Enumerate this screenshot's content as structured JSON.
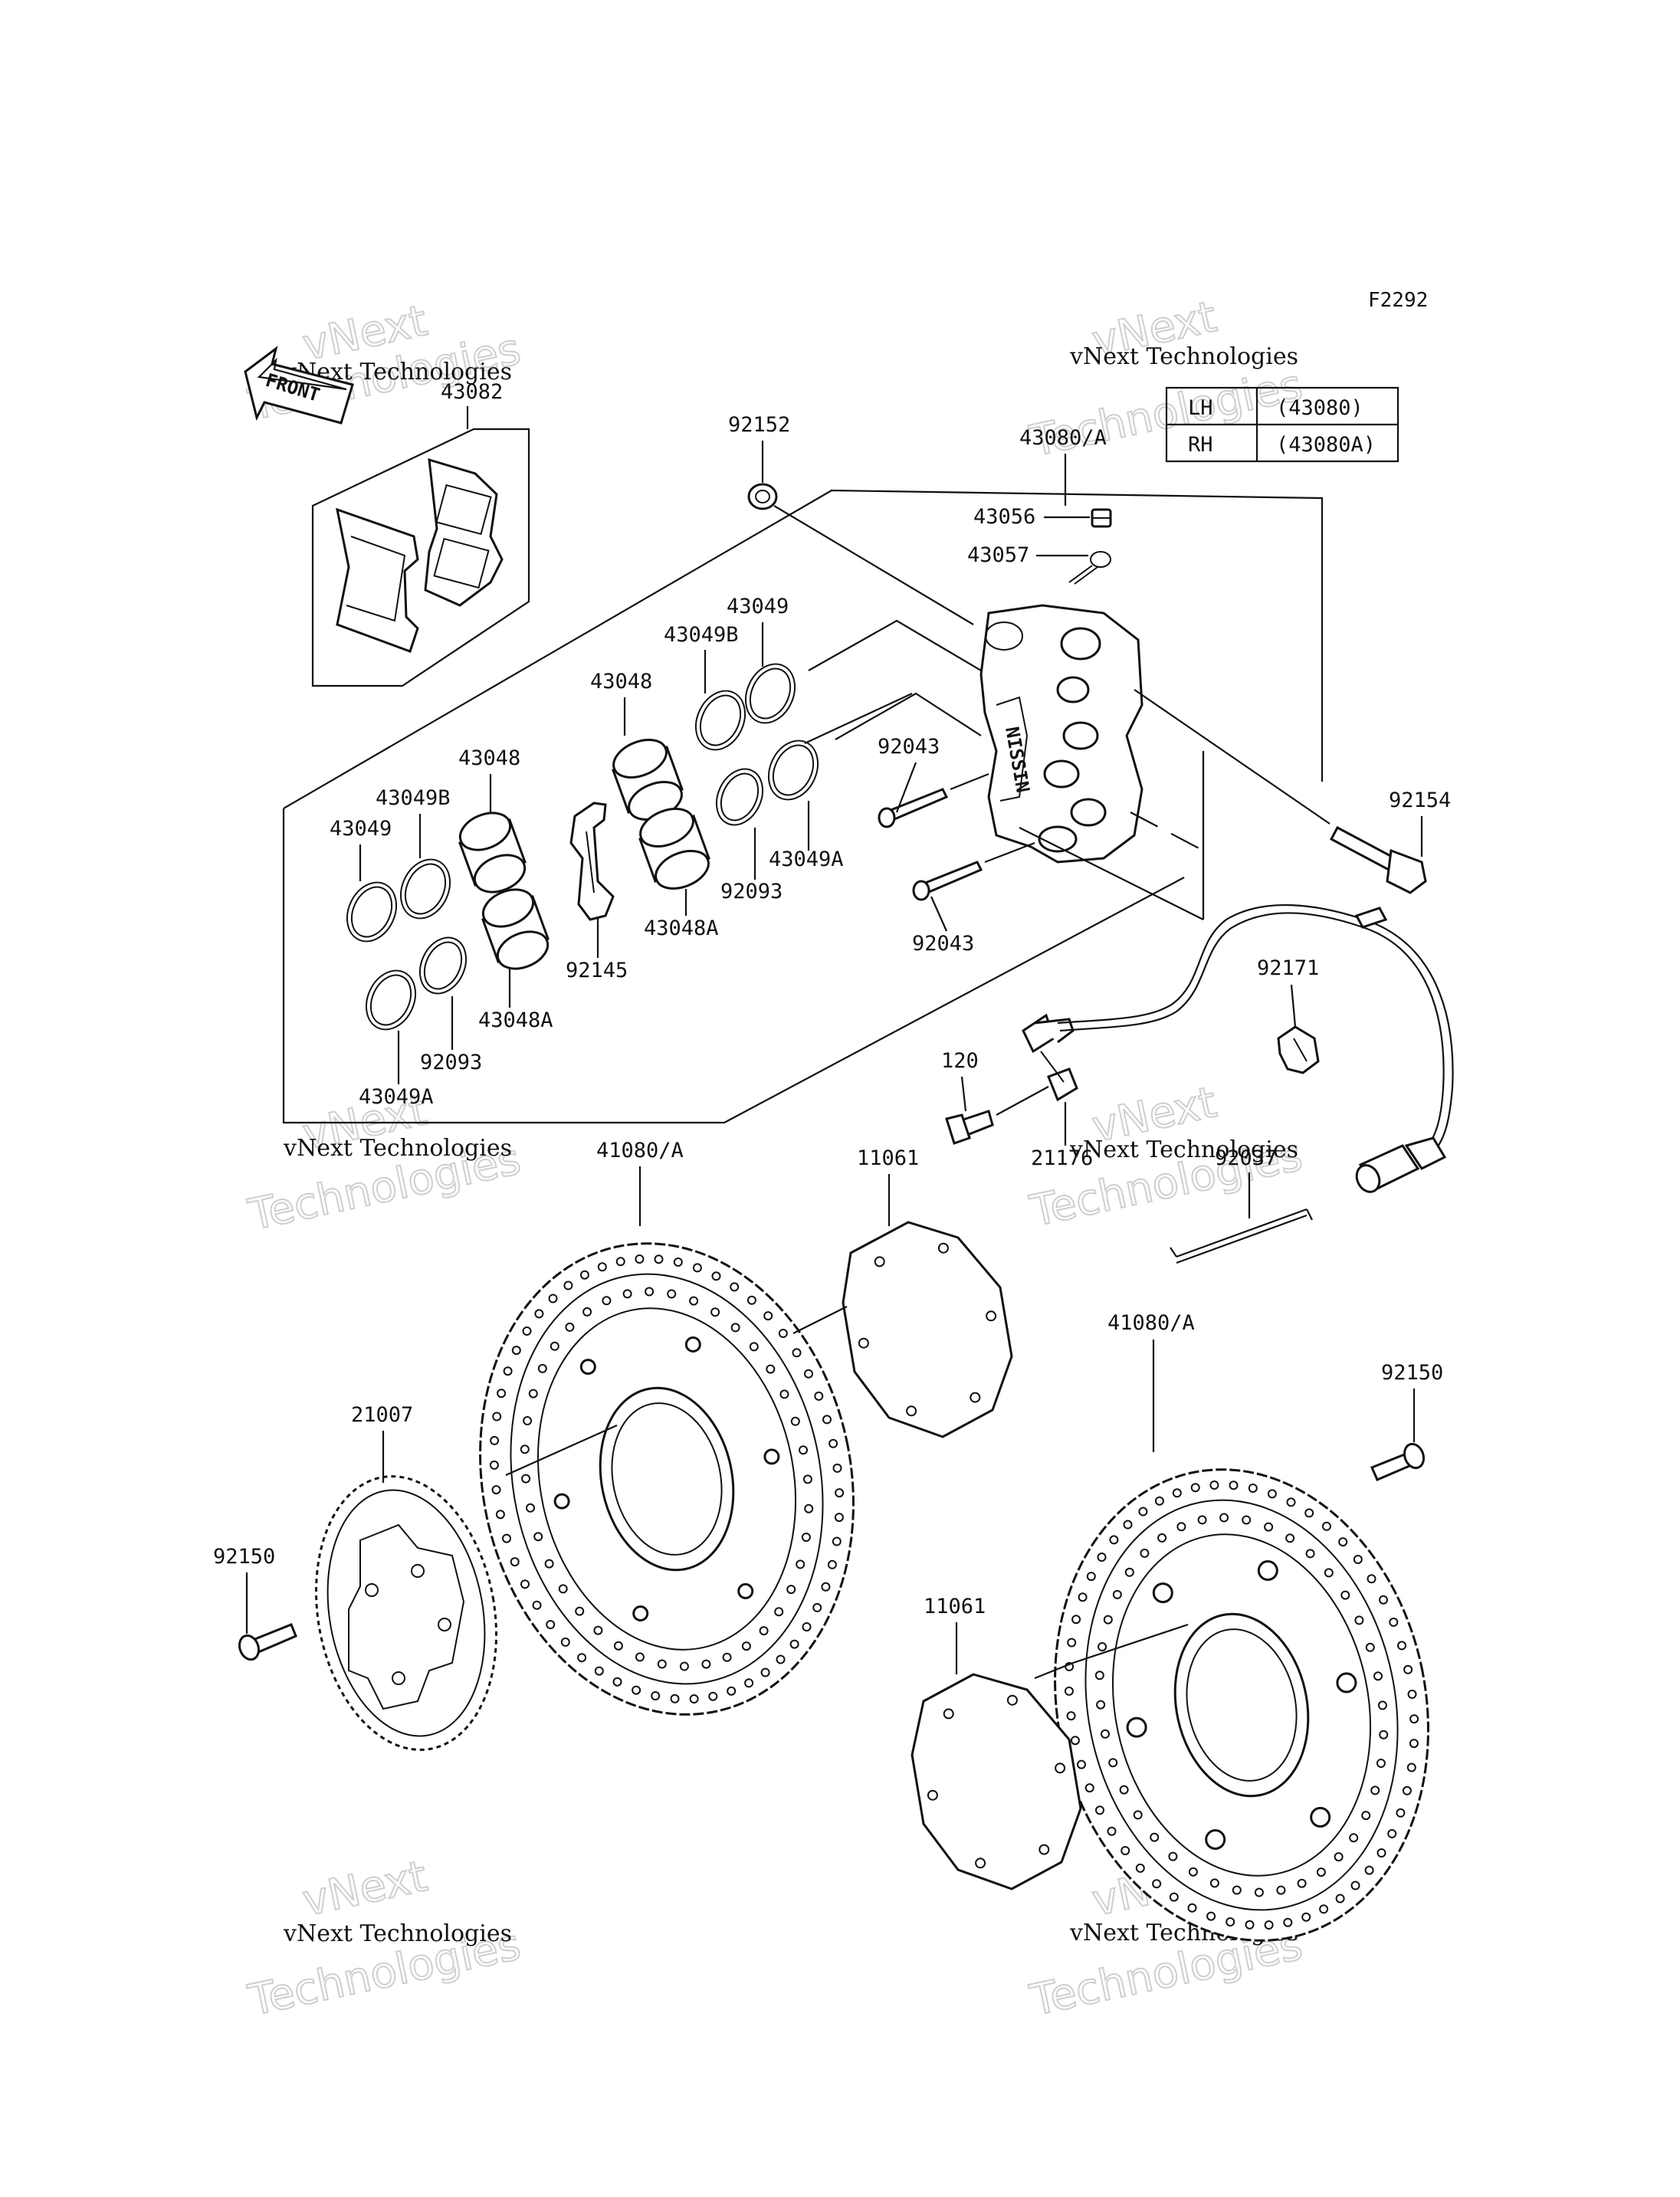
{
  "figure_code": "F2292",
  "front_arrow_label": "FRONT",
  "watermark": {
    "line1": "vNext Technologies",
    "line2": "vNext\nTechnologies"
  },
  "caliper_table": {
    "rows": [
      {
        "side": "LH",
        "part": "(43080)"
      },
      {
        "side": "RH",
        "part": "(43080A)"
      }
    ]
  },
  "parts": {
    "brake_pads": "43082",
    "bleeder_cap": "92152",
    "caliper": "43080/A",
    "bleeder_valve": "43056",
    "gasket_43057": "43057",
    "seal_top": "43049",
    "seal_b_top": "43049B",
    "piston_top": "43048",
    "pin_upper": "92043",
    "bolt_caliper": "92154",
    "piston_left": "43048",
    "seal_b_left": "43049B",
    "seal_left": "43049",
    "seal_a_right": "43049A",
    "oring_mid": "92093",
    "piston_a_mid": "43048A",
    "pin_lower": "92043",
    "spring_pad": "92145",
    "piston_a_left": "43048A",
    "oring_left": "92093",
    "seal_a_left": "43049A",
    "clamp": "92171",
    "screw_sensor": "120",
    "abs_sensor": "21176",
    "clip_wire": "92037",
    "disc_left": "41080/A",
    "shim_top": "11061",
    "disc_right": "41080/A",
    "bolt_disc_right": "92150",
    "abs_rotor": "21007",
    "bolt_disc_left": "92150",
    "shim_bottom": "11061"
  }
}
